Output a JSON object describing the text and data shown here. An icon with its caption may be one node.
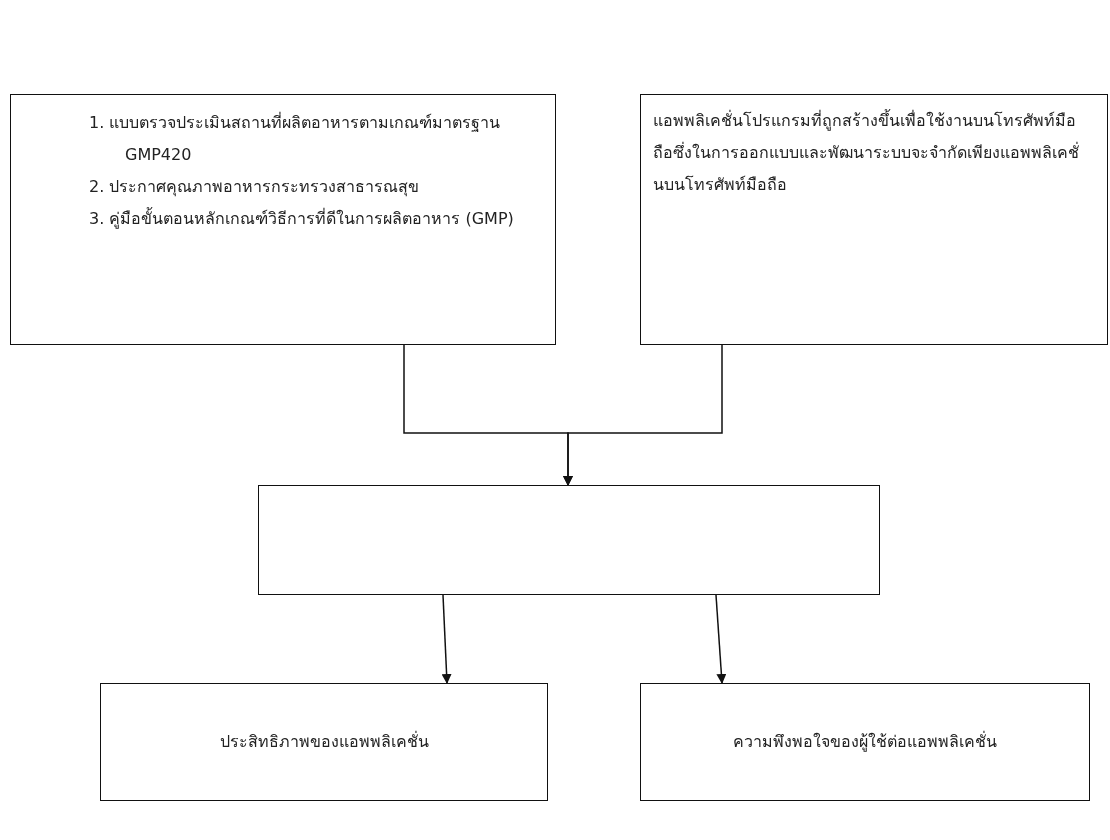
{
  "diagram": {
    "nodes": [
      {
        "text": [
          "1. แบบตรวจประเมินสถานที่ผลิตอาหารตามเกณฑ์มาตรฐาน GMP420",
          "2. ประกาศคุณภาพอาหารกระทรวงสาธารณสุข",
          "3. คู่มือขั้นตอนหลักเกณฑ์วิธีการที่ดีในการผลิตอาหาร (GMP)"
        ]
      },
      {
        "text": [
          "แอพพลิเคชั่นโปรแกรมที่ถูกสร้างขึ้นเพื่อใช้งานบนโทรศัพท์มือถือซึ่งในการออกแบบและพัฒนาระบบจะจำกัดเพียงแอพพลิเคชั่นบนโทรศัพท์มือถือ"
        ]
      },
      {
        "text": [],
        "shape": "box"
      },
      {
        "text": [
          "ประสิทธิภาพของแอพพลิเคชั่น"
        ]
      },
      {
        "text": [
          "ความพึงพอใจของผู้ใช้ต่อแอพพลิเคชั่น"
        ]
      }
    ],
    "edges": [
      {
        "from": 0,
        "to": 2,
        "arrow": "to"
      },
      {
        "from": 1,
        "to": 2,
        "arrow": "to"
      },
      {
        "from": 2,
        "to": 3,
        "arrow": "to"
      },
      {
        "from": 2,
        "to": 4,
        "arrow": "to"
      }
    ]
  }
}
